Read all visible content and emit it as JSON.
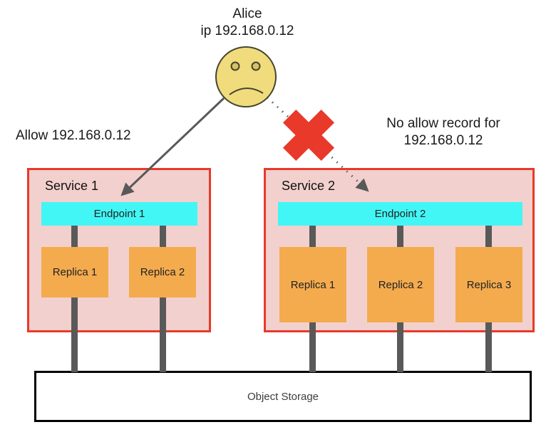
{
  "diagram": {
    "actor": {
      "name": "Alice",
      "ip": "ip 192.168.0.12"
    },
    "allow_note": "Allow 192.168.0.12",
    "deny_note": {
      "line1": "No allow record for",
      "line2": "192.168.0.12"
    },
    "services": [
      {
        "name": "Service 1",
        "endpoint": "Endpoint 1",
        "replicas": [
          "Replica 1",
          "Replica 2"
        ]
      },
      {
        "name": "Service 2",
        "endpoint": "Endpoint 2",
        "replicas": [
          "Replica 1",
          "Replica 2",
          "Replica 3"
        ]
      }
    ],
    "storage": {
      "label": "Object Storage"
    },
    "icons": {
      "actor": "sad-face-icon",
      "blocked": "x-mark-icon",
      "allowed_arrow": "solid-arrow",
      "denied_arrow": "dotted-arrow"
    },
    "colors": {
      "service_border": "#e8392a",
      "service_bg": "#f2d0cd",
      "endpoint_bg": "#42f6f6",
      "replica_bg": "#f4ab4e",
      "connector": "#595959",
      "x_mark": "#e8392a",
      "face_fill": "#f0dc7c",
      "storage_border": "#000000"
    }
  }
}
